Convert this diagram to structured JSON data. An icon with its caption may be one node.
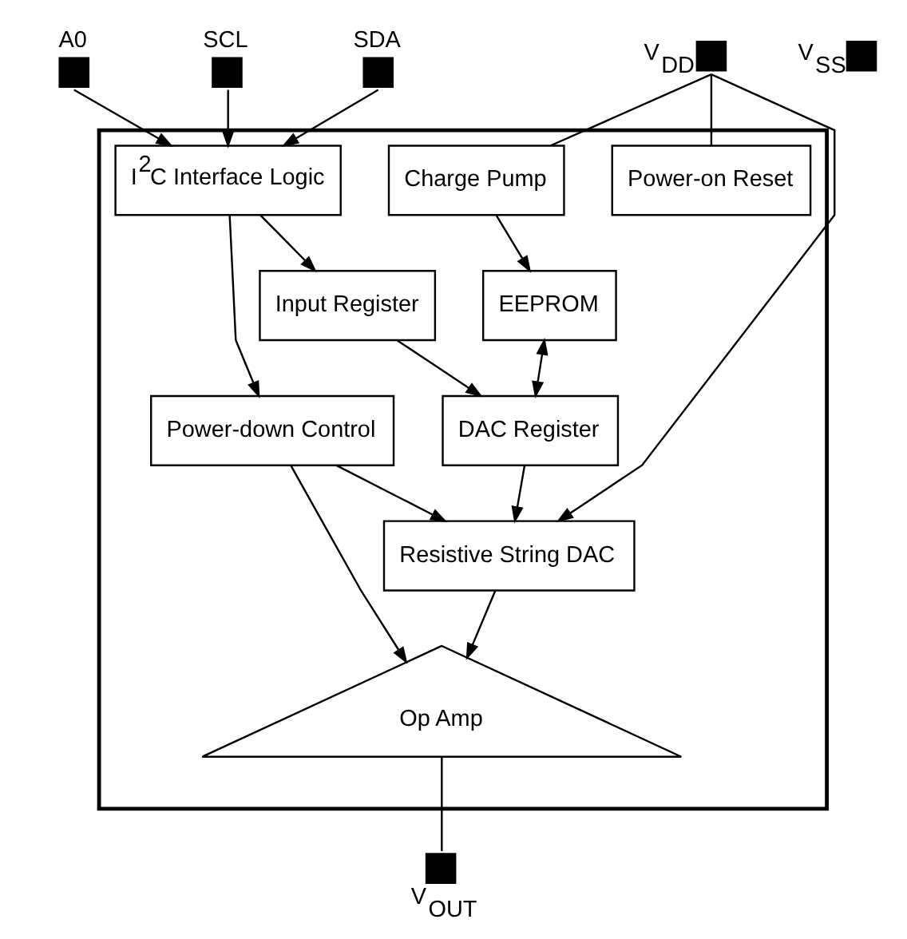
{
  "diagram": {
    "nodes": [
      {
        "text": [],
        "shape": "box"
      },
      {
        "text": [
          "A0"
        ]
      },
      {
        "text": [
          "SCL"
        ]
      },
      {
        "text": [
          "SDA"
        ]
      },
      {
        "text": [
          "V$_{DD}$"
        ]
      },
      {
        "text": [
          "Power-on Reset"
        ],
        "in": 0
      },
      {
        "text": [
          "I$^{2}$C Interface Logic"
        ],
        "in": 0
      },
      {
        "text": [
          "Charge Pump"
        ],
        "in": 0
      },
      {
        "text": [
          "Input Register"
        ],
        "in": 0
      },
      {
        "text": [
          "EEPROM"
        ],
        "in": 0
      },
      {
        "text": [
          "DAC Register"
        ],
        "in": 0
      },
      {
        "text": [
          "Resistive String DAC"
        ],
        "in": 0
      },
      {
        "text": [
          "Power-down Control"
        ],
        "in": 0
      },
      {
        "text": [
          "V$_{SS}$"
        ]
      },
      {
        "text": [
          "Op Amp"
        ],
        "in": 0
      },
      {
        "text": [
          "V$_{OUT}$"
        ]
      }
    ],
    "edges": [
      {
        "from": 1,
        "to": 6,
        "arrow": "to"
      },
      {
        "from": 2,
        "to": 6,
        "arrow": "to"
      },
      {
        "from": 3,
        "to": 6,
        "arrow": "to"
      },
      {
        "from": 6,
        "to": 8,
        "arrow": "to"
      },
      {
        "from": 8,
        "to": 10,
        "arrow": "to"
      },
      {
        "from": 9,
        "to": 10,
        "arrow": "both"
      },
      {
        "from": 7,
        "to": 9,
        "arrow": "to"
      },
      {
        "from": 10,
        "to": 11,
        "arrow": "to"
      },
      {
        "from": 11,
        "to": 14,
        "arrow": "to"
      },
      {
        "from": 14,
        "to": 15,
        "arrow": "none"
      },
      {
        "from": 6,
        "to": 12,
        "arrow": "to"
      },
      {
        "from": 12,
        "to": 11,
        "arrow": "to"
      },
      {
        "from": 12,
        "to": 14,
        "arrow": "to"
      },
      {
        "from": 4,
        "to": 5,
        "arrow": "none"
      },
      {
        "from": 4,
        "to": 7,
        "arrow": "none"
      },
      {
        "from": 4,
        "to": 11,
        "arrow": "to"
      }
    ]
  }
}
